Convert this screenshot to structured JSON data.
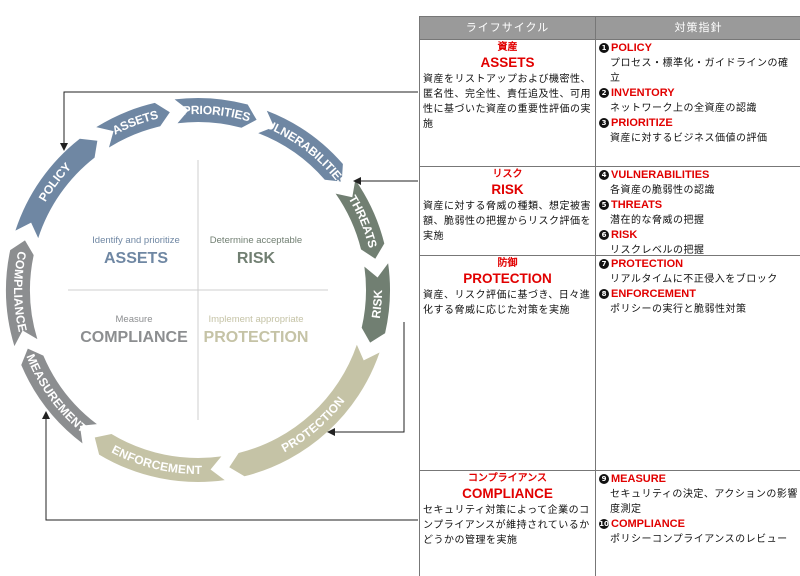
{
  "diagram": {
    "segments": [
      {
        "label": "POLICY",
        "color": "#6f87a3",
        "start": 198,
        "end": 236
      },
      {
        "label": "ASSETS",
        "color": "#6f87a3",
        "start": 238,
        "end": 261
      },
      {
        "label": "PRIORITIES",
        "color": "#6f87a3",
        "start": 263,
        "end": 289
      },
      {
        "label": "VULNERABILITIES",
        "color": "#6f87a3",
        "start": 291,
        "end": 323
      },
      {
        "label": "THREATS",
        "color": "#717f72",
        "start": 325,
        "end": 350
      },
      {
        "label": "RISK",
        "color": "#717f72",
        "start": 352,
        "end": 377
      },
      {
        "label": "PROTECTION",
        "color": "#c5c3a6",
        "start": 379,
        "end": 440
      },
      {
        "label": "ENFORCEMENT",
        "color": "#c5c3a6",
        "start": 442,
        "end": 485
      },
      {
        "label": "MEASUREMENT",
        "color": "#8c8e90",
        "start": 487,
        "end": 521
      },
      {
        "label": "COMPLIANCE",
        "color": "#8c8e90",
        "start": 523,
        "end": 556
      }
    ],
    "quadrants": {
      "assets": {
        "sub": "Identify and prioritize",
        "main": "ASSETS",
        "color": "#6f87a3"
      },
      "risk": {
        "sub": "Determine acceptable",
        "main": "RISK",
        "color": "#717f72"
      },
      "compliance": {
        "sub": "Measure",
        "main": "COMPLIANCE",
        "color": "#8c8e90"
      },
      "protection": {
        "sub": "Implement appropriate",
        "main": "PROTECTION",
        "color": "#c5c3a6"
      }
    }
  },
  "table": {
    "headers": {
      "lifecycle": "ライフサイクル",
      "policy": "対策指針"
    },
    "rows": [
      {
        "jp": "資産",
        "en": "ASSETS",
        "desc": "資産をリストアップおよび機密性、匿名性、完全性、責任追及性、可用性に基づいた資産の重要性評価の実施",
        "items": [
          {
            "num": "1",
            "title": "POLICY",
            "desc": "プロセス・標準化・ガイドラインの確立"
          },
          {
            "num": "2",
            "title": "INVENTORY",
            "desc": "ネットワーク上の全資産の認識"
          },
          {
            "num": "3",
            "title": "PRIORITIZE",
            "desc": "資産に対するビジネス価値の評価"
          }
        ]
      },
      {
        "jp": "リスク",
        "en": "RISK",
        "desc": "資産に対する脅威の種類、想定被害額、脆弱性の把握からリスク評価を実施",
        "items": [
          {
            "num": "4",
            "title": "VULNERABILITIES",
            "desc": "各資産の脆弱性の認識"
          },
          {
            "num": "5",
            "title": "THREATS",
            "desc": "潜在的な脅威の把握"
          },
          {
            "num": "6",
            "title": "RISK",
            "desc": "リスクレベルの把握"
          }
        ]
      },
      {
        "jp": "防御",
        "en": "PROTECTION",
        "desc": "資産、リスク評価に基づき、日々進化する脅威に応じた対策を実施",
        "items": [
          {
            "num": "7",
            "title": "PROTECTION",
            "desc": "リアルタイムに不正侵入をブロック"
          },
          {
            "num": "8",
            "title": "ENFORCEMENT",
            "desc": "ポリシーの実行と脆弱性対策"
          }
        ]
      },
      {
        "jp": "コンプライアンス",
        "en": "COMPLIANCE",
        "desc": "セキュリティ対策によって企業のコンプライアンスが維持されているかどうかの管理を実施",
        "items": [
          {
            "num": "9",
            "title": "MEASURE",
            "desc": "セキュリティの決定、アクションの影響度測定"
          },
          {
            "num": "10",
            "title": "COMPLIANCE",
            "desc": "ポリシーコンプライアンスのレビュー"
          }
        ]
      }
    ]
  }
}
